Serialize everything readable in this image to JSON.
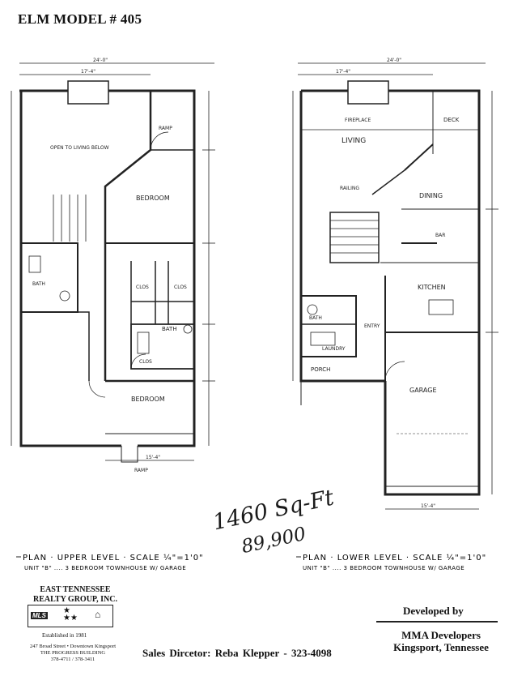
{
  "title": "ELM MODEL # 405",
  "upper_plan": {
    "caption": "PLAN · UPPER LEVEL · SCALE ¼\"=1'0\"",
    "subcaption": "UNIT \"B\" .... 3 BEDROOM TOWNHOUSE W/ GARAGE",
    "overall_width": "24'-0\"",
    "dim_17_4": "17'-4\"",
    "dim_15_4": "15'-4\"",
    "rooms": {
      "open_to_living": "OPEN TO LIVING BELOW",
      "bedroom_1": "BEDROOM",
      "bedroom_2": "BEDROOM",
      "bath_1": "BATH",
      "bath_2": "BATH",
      "clos_1": "CLOS",
      "clos_2": "CLOS",
      "clos_3": "CLOS",
      "ramp_top": "RAMP",
      "ramp_bottom": "RAMP"
    }
  },
  "lower_plan": {
    "caption": "PLAN · LOWER LEVEL · SCALE ¼\"=1'0\"",
    "subcaption": "UNIT \"B\" .... 3 BEDROOM TOWNHOUSE W/ GARAGE",
    "overall_width": "24'-0\"",
    "dim_17_4": "17'-4\"",
    "dim_15_4": "15'-4\"",
    "rooms": {
      "fireplace": "FIREPLACE",
      "living": "LIVING",
      "deck": "DECK",
      "dining": "DINING",
      "bar": "BAR",
      "kitchen": "KITCHEN",
      "bath": "BATH",
      "laundry": "LAUNDRY",
      "entry": "ENTRY",
      "porch": "PORCH",
      "garage": "GARAGE",
      "railing": "RAILING"
    }
  },
  "handwritten": {
    "area": "1460 Sq-Ft",
    "price": "89,900"
  },
  "realty": {
    "name": "EAST TENNESSEE REALTY GROUP, INC.",
    "mls": "MLS",
    "established": "Established in 1981",
    "address_1": "247 Broad Street • Downtown Kingsport",
    "address_2": "THE PROGRESS BUILDING",
    "phone": "378-4711 / 378-3411"
  },
  "developer": {
    "heading": "Developed by",
    "name": "MMA Developers",
    "location": "Kingsport, Tennessee"
  },
  "sales": {
    "label": "Sales Dircetor:",
    "person": "Reba Klepper",
    "separator": "-",
    "phone": "323-4098"
  }
}
